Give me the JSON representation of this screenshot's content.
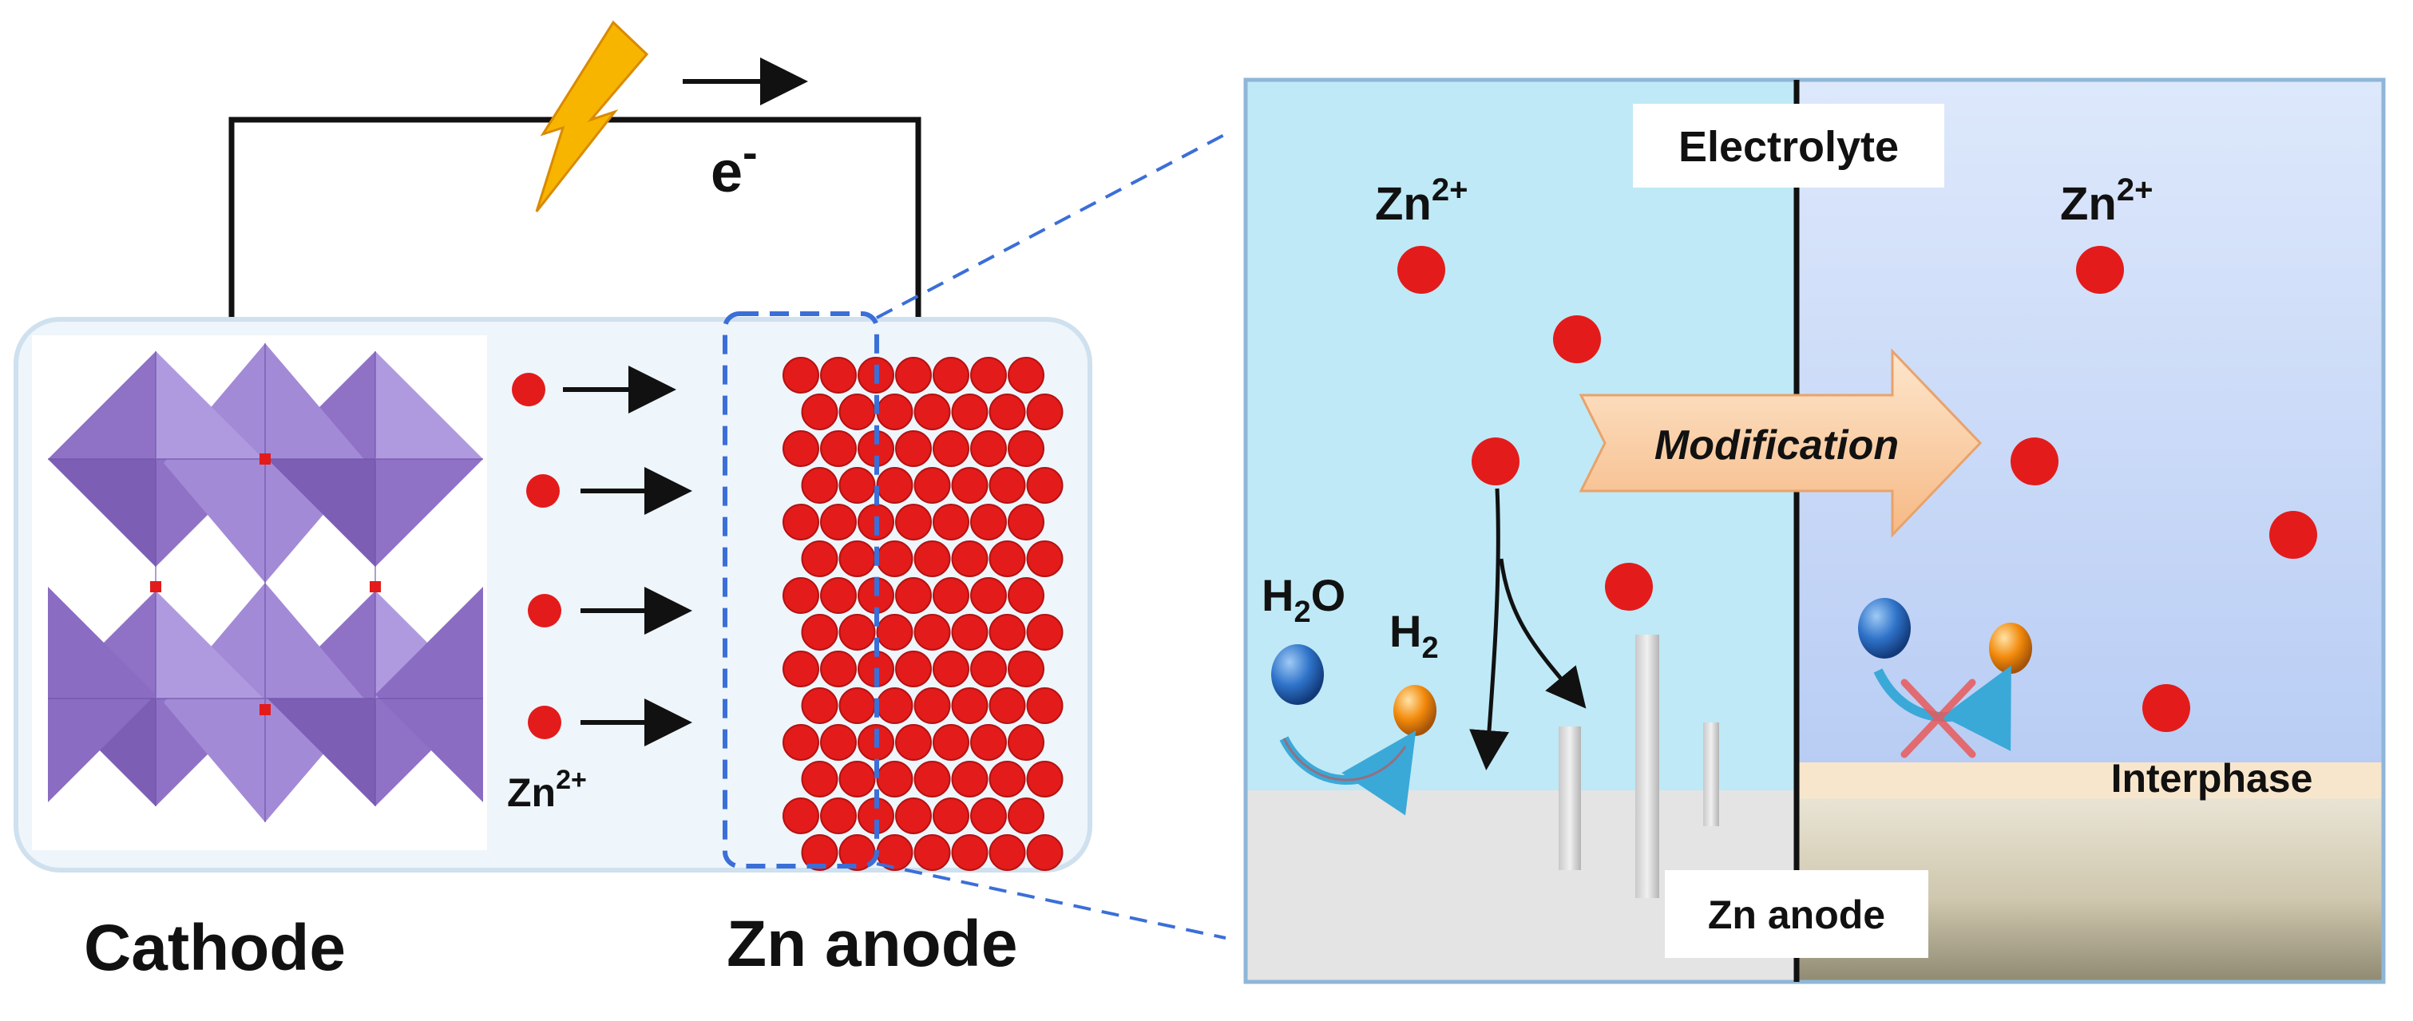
{
  "labels": {
    "electron": "e",
    "electron_sup": "-",
    "cathode": "Cathode",
    "zn_anode_left": "Zn anode",
    "zn_ion_base": "Zn",
    "zn_ion_sup": "2+",
    "electrolyte": "Electrolyte",
    "modification": "Modification",
    "water_h": "H",
    "water_sub": "2",
    "water_o": "O",
    "hydrogen_h": "H",
    "hydrogen_sub": "2",
    "interphase": "Interphase",
    "zn_anode_right": "Zn anode"
  },
  "colors": {
    "zn_ion": "#e31b1b",
    "octahedra": "#9a7fd0",
    "left_electrolyte": "#bfe9f6",
    "right_electrolyte": "#c9d9f7",
    "water_molecule": "#2f73c9",
    "hydrogen_molecule": "#f28a0b",
    "modification_arrow": "#f9cfa3",
    "bolt": "#f7b500",
    "dashed_box": "#3b6fd8",
    "interphase": "#f8e6cc"
  },
  "icons": {
    "bolt": "lightning-bolt-icon",
    "cross": "cross-mark-icon"
  }
}
